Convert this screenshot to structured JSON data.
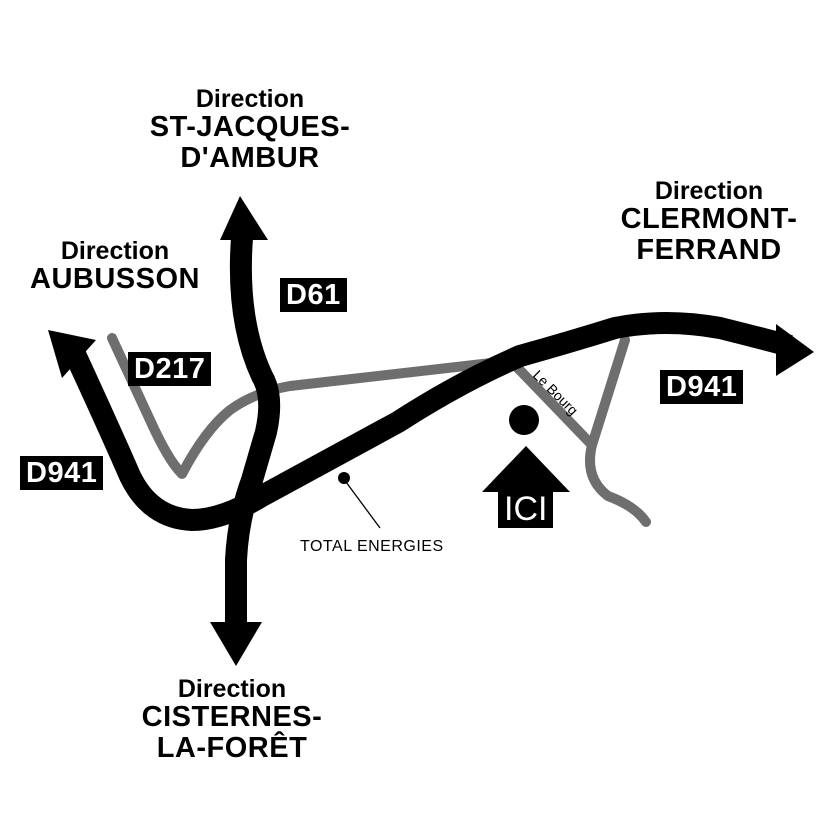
{
  "directions": {
    "north": {
      "word": "Direction",
      "place_line1": "ST-JACQUES-",
      "place_line2": "D'AMBUR"
    },
    "east": {
      "word": "Direction",
      "place_line1": "CLERMONT-",
      "place_line2": "FERRAND"
    },
    "west": {
      "word": "Direction",
      "place_line1": "AUBUSSON"
    },
    "south": {
      "word": "Direction",
      "place_line1": "CISTERNES-",
      "place_line2": "LA-FORÊT"
    }
  },
  "roads": {
    "d61": "D61",
    "d217": "D217",
    "d941_west": "D941",
    "d941_east": "D941",
    "le_bourg": "Le Bourg"
  },
  "poi": {
    "station": "TOTAL ENERGIES",
    "here": "ICI"
  },
  "colors": {
    "main_road": "#000000",
    "secondary_road": "#6e6e6e",
    "background": "#ffffff"
  }
}
